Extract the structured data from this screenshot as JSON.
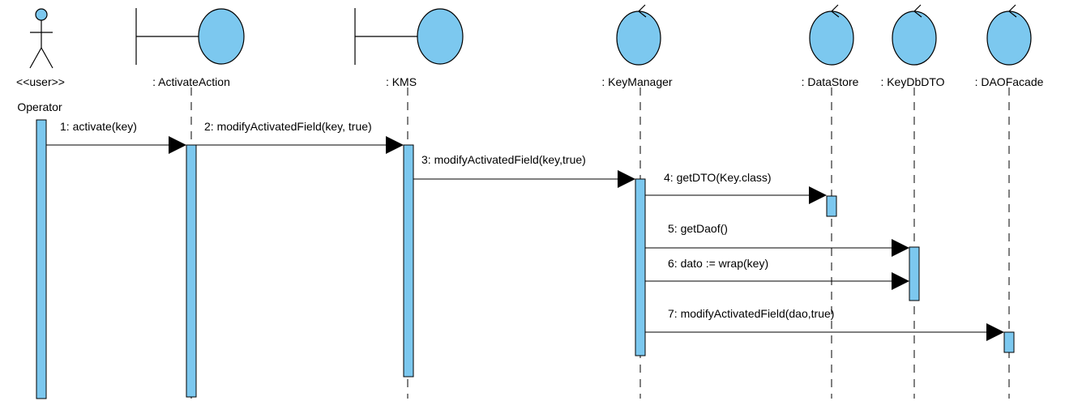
{
  "colors": {
    "fill": "#7cc8ef",
    "stroke": "#000000",
    "background": "#ffffff"
  },
  "participants": [
    {
      "id": "operator",
      "kind": "actor",
      "stereotype": "<<user>>",
      "name": "Operator"
    },
    {
      "id": "activate-action",
      "kind": "boundary",
      "name": ": ActivateAction"
    },
    {
      "id": "kms",
      "kind": "boundary",
      "name": ": KMS"
    },
    {
      "id": "key-manager",
      "kind": "control",
      "name": ": KeyManager"
    },
    {
      "id": "data-store",
      "kind": "control",
      "name": ": DataStore"
    },
    {
      "id": "key-db-dto",
      "kind": "control",
      "name": ": KeyDbDTO"
    },
    {
      "id": "dao-facade",
      "kind": "control",
      "name": ": DAOFacade"
    }
  ],
  "messages": [
    {
      "label": "1: activate(key)",
      "from": "operator",
      "to": "activate-action"
    },
    {
      "label": "2: modifyActivatedField(key, true)",
      "from": "activate-action",
      "to": "kms"
    },
    {
      "label": "3: modifyActivatedField(key,true)",
      "from": "kms",
      "to": "key-manager"
    },
    {
      "label": "4: getDTO(Key.class)",
      "from": "key-manager",
      "to": "data-store"
    },
    {
      "label": "5: getDaof()",
      "from": "key-manager",
      "to": "key-db-dto"
    },
    {
      "label": "6: dato := wrap(key)",
      "from": "key-manager",
      "to": "key-db-dto"
    },
    {
      "label": "7: modifyActivatedField(dao,true)",
      "from": "key-manager",
      "to": "dao-facade"
    }
  ]
}
